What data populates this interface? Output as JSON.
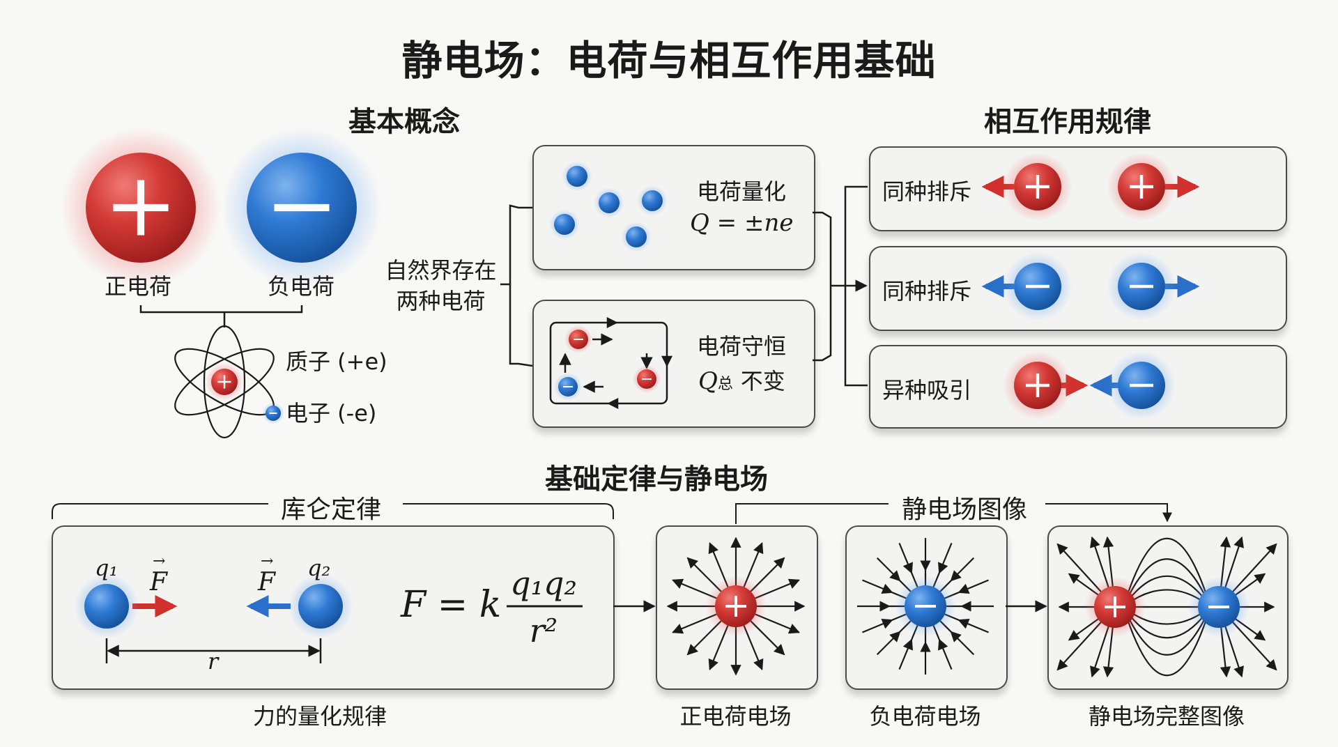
{
  "title": "静电场：电荷与相互作用基础",
  "colors": {
    "positive": "#d0312d",
    "negative": "#2a6fc9",
    "line": "#1a1a1a",
    "box_bg": "#f3f3f2"
  },
  "basic": {
    "heading": "基本概念",
    "positive_label": "正电荷",
    "negative_label": "负电荷",
    "positive_sign": "+",
    "negative_sign": "−",
    "proton_label": "质子 (+e)",
    "electron_label": "电子 (-e)",
    "nature_line1": "自然界存在",
    "nature_line2": "两种电荷"
  },
  "quantization": {
    "title": "电荷量化",
    "formula": "Q = ±ne"
  },
  "conservation": {
    "title": "电荷守恒",
    "formula_q": "Q",
    "formula_sub": "总",
    "formula_rest": "不变"
  },
  "interaction": {
    "heading": "相互作用规律",
    "rows": [
      {
        "label": "同种排斥",
        "left": "+",
        "right": "+",
        "type": "repel"
      },
      {
        "label": "同种排斥",
        "left": "−",
        "right": "−",
        "type": "repel"
      },
      {
        "label": "异种吸引",
        "left": "+",
        "right": "−",
        "type": "attract"
      }
    ]
  },
  "laws": {
    "heading": "基础定律与静电场",
    "coulomb": {
      "bracket_label": "库仑定律",
      "q1": "q₁",
      "q2": "q₂",
      "force": "F",
      "distance": "r",
      "formula_lhs": "F = k",
      "formula_num": "q₁q₂",
      "formula_den": "r²",
      "caption": "力的量化规律"
    },
    "fields": {
      "bracket_label": "静电场图像",
      "positive_caption": "正电荷电场",
      "negative_caption": "负电荷电场",
      "complete_caption": "静电场完整图像"
    }
  }
}
